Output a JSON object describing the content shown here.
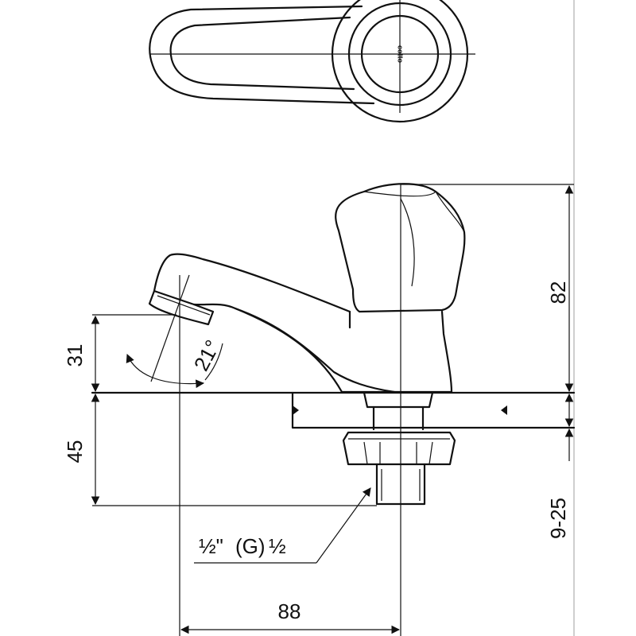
{
  "drawing": {
    "brand_mark": "cotto",
    "dimensions": {
      "total_height": "82",
      "spout_height": "31",
      "below_counter": "45",
      "counter_thickness_range": "9-25",
      "spout_reach": "88",
      "spout_angle": "21°"
    },
    "thread_callout": {
      "part_a": "½\"",
      "part_b": "(G)",
      "part_c": "½"
    }
  }
}
